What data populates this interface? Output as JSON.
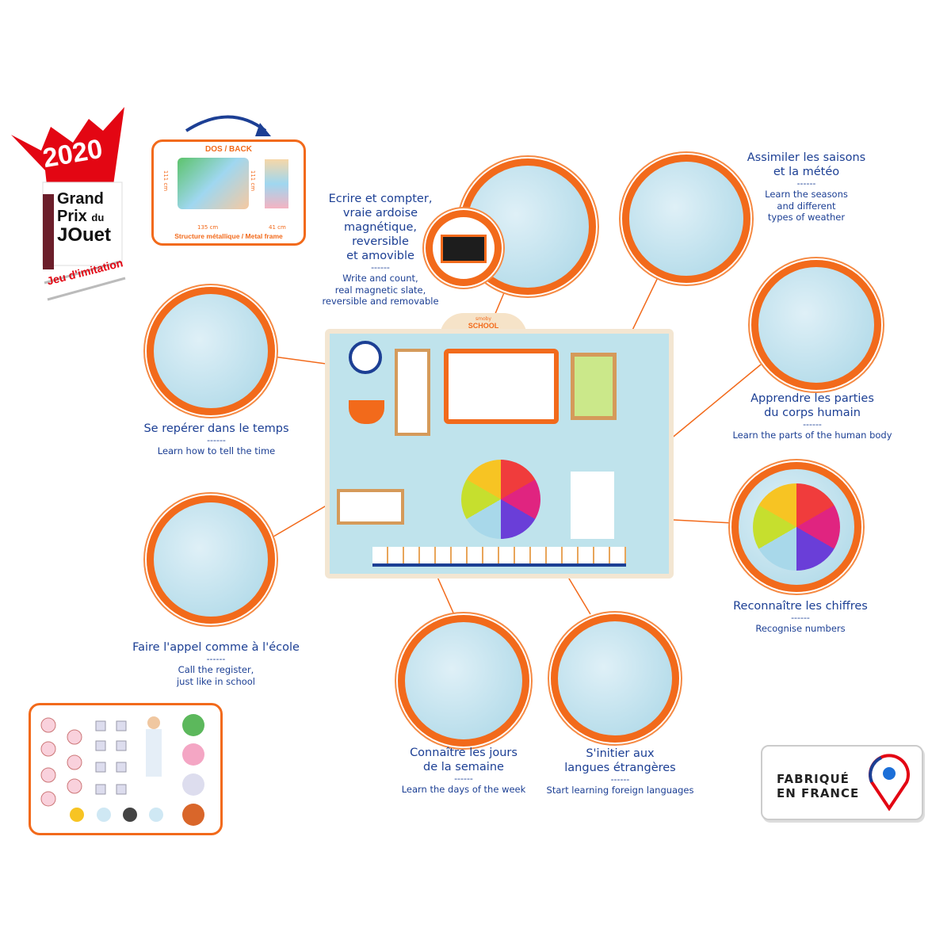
{
  "award": {
    "year": "2020",
    "line1": "Grand",
    "line2": "Prix",
    "line2b": "du",
    "line3": "JOuet",
    "category": "Jeu d'imitation",
    "color": "#e30613"
  },
  "back_panel": {
    "title": "DOS / BACK",
    "height_left": "111 cm",
    "height_right": "111 cm",
    "width_main": "135 cm",
    "width_side": "41 cm",
    "caption": "Structure métallique / Metal frame"
  },
  "features": [
    {
      "fr": [
        "Ecrire et compter,",
        "vraie ardoise",
        "magnétique,",
        "reversible",
        "et amovible"
      ],
      "sep": "------",
      "en": [
        "Write and count,",
        "real magnetic slate,",
        "reversible and removable"
      ]
    },
    {
      "fr": [
        "Assimiler les saisons",
        "et la météo"
      ],
      "sep": "------",
      "en": [
        "Learn the seasons",
        "and different",
        "types of weather"
      ]
    },
    {
      "fr": [
        "Se repérer dans le temps"
      ],
      "sep": "------",
      "en": [
        "Learn how to tell the time"
      ]
    },
    {
      "fr": [
        "Apprendre les parties",
        "du corps humain"
      ],
      "sep": "------",
      "en": [
        "Learn the parts of the human body"
      ]
    },
    {
      "fr": [
        "Reconnaître les chiffres"
      ],
      "sep": "------",
      "en": [
        "Recognise numbers"
      ]
    },
    {
      "fr": [
        "Faire l'appel comme à l'école"
      ],
      "sep": "------",
      "en": [
        "Call the register,",
        "just like in school"
      ]
    },
    {
      "fr": [
        "Connaître les jours",
        "de la semaine"
      ],
      "sep": "------",
      "en": [
        "Learn the days of the week"
      ]
    },
    {
      "fr": [
        "S'initier aux",
        "langues étrangères"
      ],
      "sep": "------",
      "en": [
        "Start learning foreign languages"
      ]
    }
  ],
  "board": {
    "brand": "smoby",
    "title": "SCHOOL"
  },
  "made_in": {
    "line1": "FABRIQUÉ",
    "line2": "EN FRANCE"
  },
  "colors": {
    "accent": "#f26a1b",
    "text": "#1c3f94",
    "board": "#bfe3ec"
  }
}
